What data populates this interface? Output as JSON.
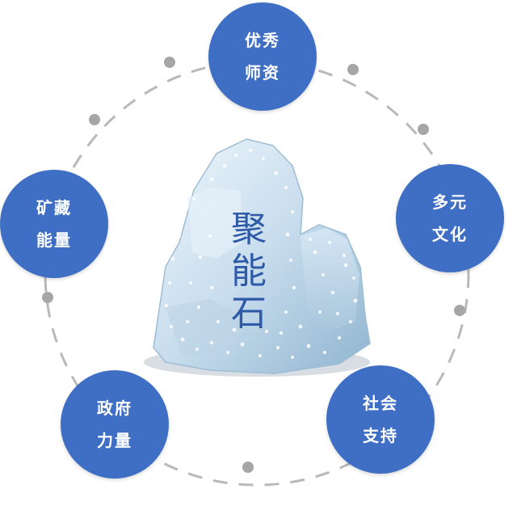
{
  "center": {
    "lines": [
      "聚",
      "能",
      "石"
    ]
  },
  "nodes": [
    {
      "id": "top",
      "lines": [
        "优秀",
        "师资"
      ]
    },
    {
      "id": "right",
      "lines": [
        "多元",
        "文化"
      ]
    },
    {
      "id": "bottom-right",
      "lines": [
        "社会",
        "支持"
      ]
    },
    {
      "id": "bottom-left",
      "lines": [
        "政府",
        "力量"
      ]
    },
    {
      "id": "left",
      "lines": [
        "矿藏",
        "能量"
      ]
    }
  ],
  "colors": {
    "node_fill": "#3f6fc4",
    "center_text": "#2f5aa8",
    "ring": "#b8b8b8",
    "rock": "#c9deee"
  }
}
